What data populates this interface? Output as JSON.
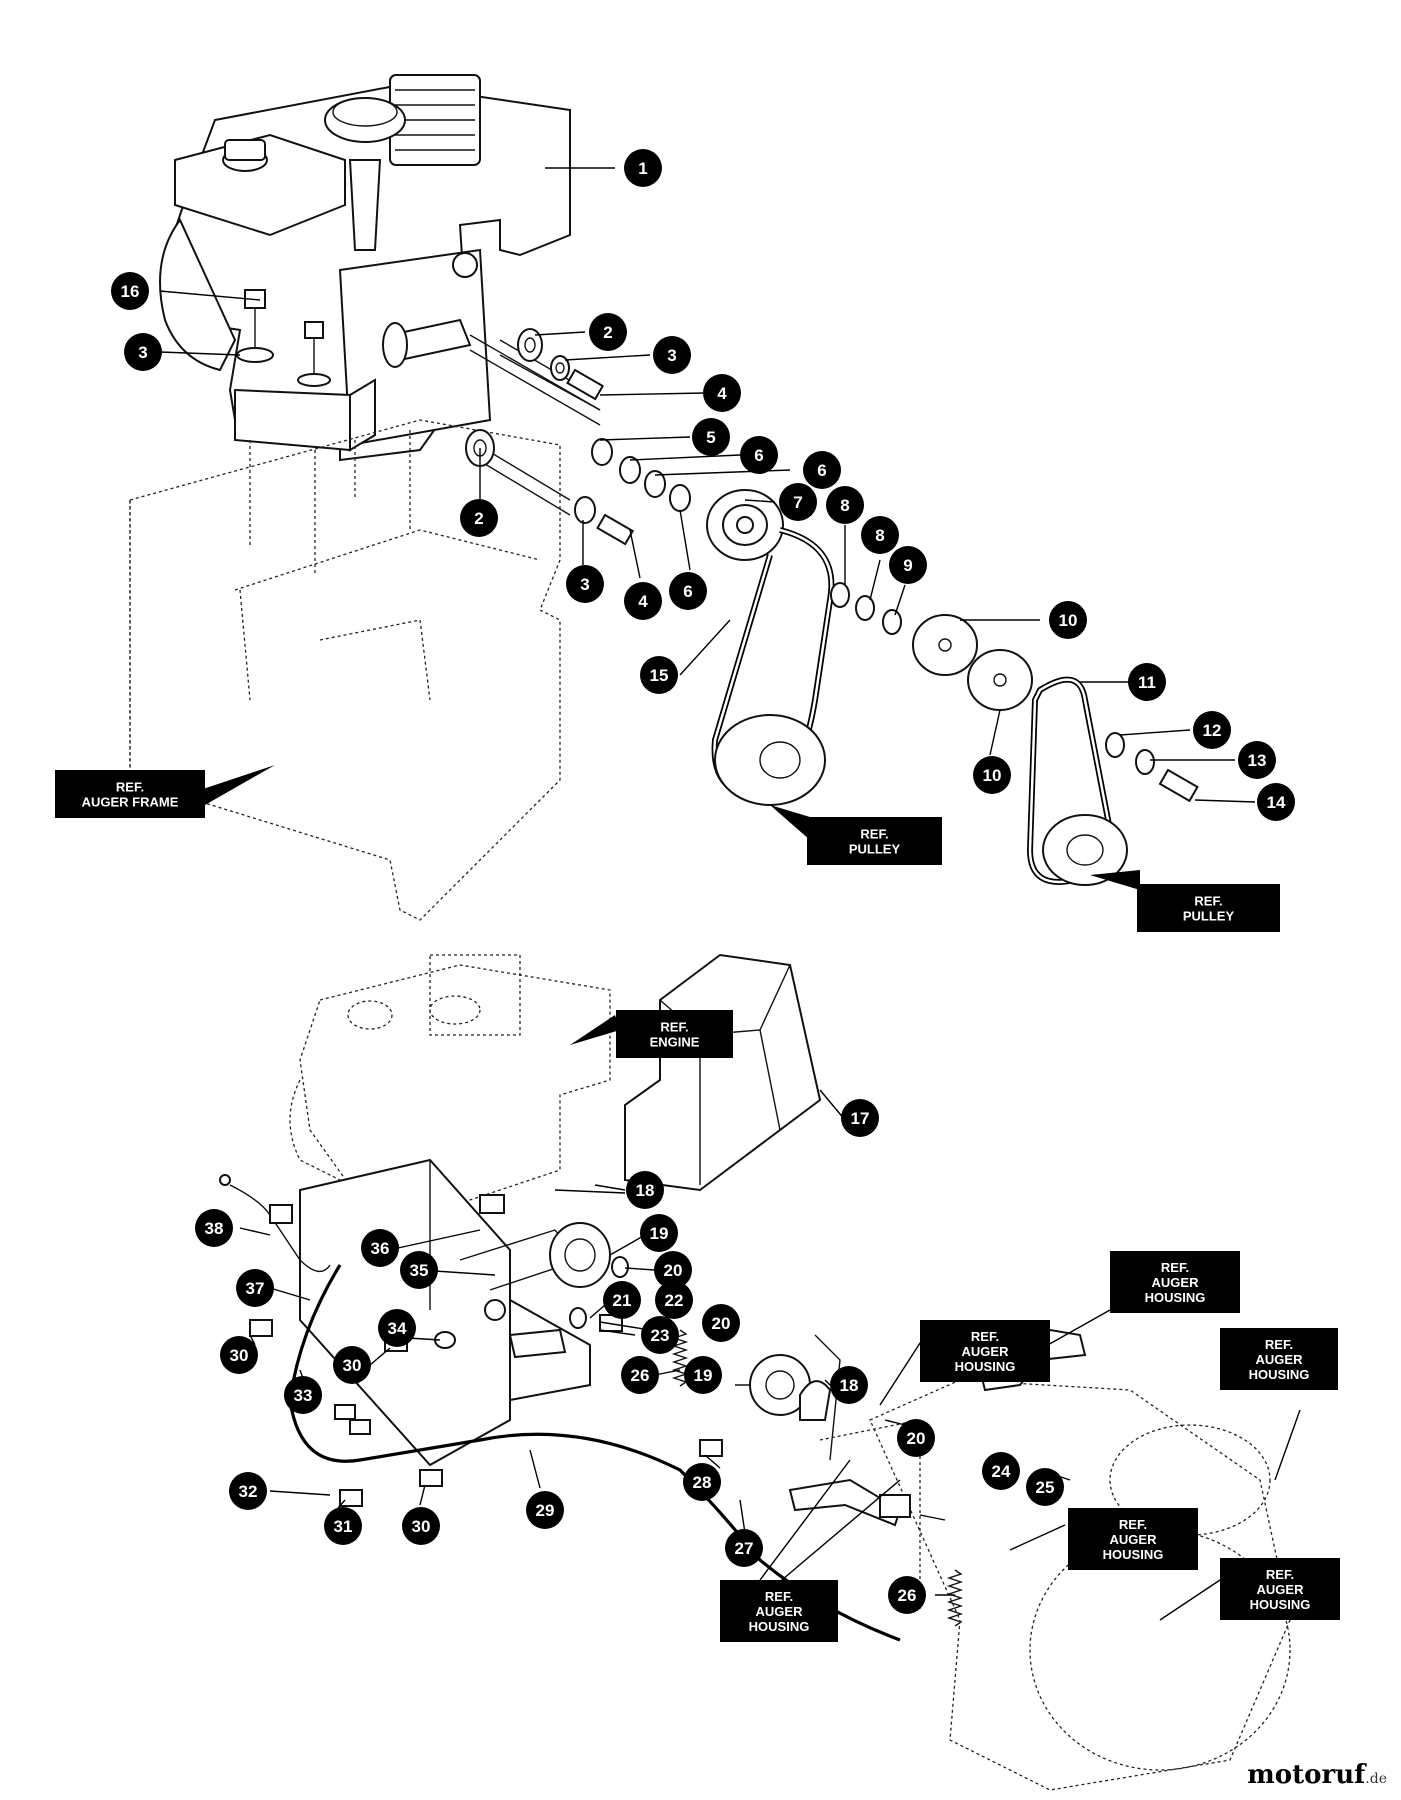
{
  "diagram": {
    "callouts": [
      {
        "id": "c1",
        "label": "1"
      },
      {
        "id": "c2a",
        "label": "2"
      },
      {
        "id": "c3a",
        "label": "3"
      },
      {
        "id": "c4a",
        "label": "4"
      },
      {
        "id": "c5",
        "label": "5"
      },
      {
        "id": "c6a",
        "label": "6"
      },
      {
        "id": "c6b",
        "label": "6"
      },
      {
        "id": "c7",
        "label": "7"
      },
      {
        "id": "c8a",
        "label": "8"
      },
      {
        "id": "c8b",
        "label": "8"
      },
      {
        "id": "c9",
        "label": "9"
      },
      {
        "id": "c10a",
        "label": "10"
      },
      {
        "id": "c11",
        "label": "11"
      },
      {
        "id": "c12",
        "label": "12"
      },
      {
        "id": "c13",
        "label": "13"
      },
      {
        "id": "c14",
        "label": "14"
      },
      {
        "id": "c10b",
        "label": "10"
      },
      {
        "id": "c15",
        "label": "15"
      },
      {
        "id": "c6c",
        "label": "6"
      },
      {
        "id": "c4b",
        "label": "4"
      },
      {
        "id": "c3b",
        "label": "3"
      },
      {
        "id": "c2b",
        "label": "2"
      },
      {
        "id": "c16",
        "label": "16"
      },
      {
        "id": "c3c",
        "label": "3"
      },
      {
        "id": "c17",
        "label": "17"
      },
      {
        "id": "c18a",
        "label": "18"
      },
      {
        "id": "c19a",
        "label": "19"
      },
      {
        "id": "c20a",
        "label": "20"
      },
      {
        "id": "c21",
        "label": "21"
      },
      {
        "id": "c22",
        "label": "22"
      },
      {
        "id": "c23",
        "label": "23"
      },
      {
        "id": "c20b",
        "label": "20"
      },
      {
        "id": "c19b",
        "label": "19"
      },
      {
        "id": "c18b",
        "label": "18"
      },
      {
        "id": "c26a",
        "label": "26"
      },
      {
        "id": "c20c",
        "label": "20"
      },
      {
        "id": "c24",
        "label": "24"
      },
      {
        "id": "c25",
        "label": "25"
      },
      {
        "id": "c38",
        "label": "38"
      },
      {
        "id": "c36",
        "label": "36"
      },
      {
        "id": "c35",
        "label": "35"
      },
      {
        "id": "c37",
        "label": "37"
      },
      {
        "id": "c34",
        "label": "34"
      },
      {
        "id": "c30a",
        "label": "30"
      },
      {
        "id": "c30b",
        "label": "30"
      },
      {
        "id": "c33",
        "label": "33"
      },
      {
        "id": "c32",
        "label": "32"
      },
      {
        "id": "c31",
        "label": "31"
      },
      {
        "id": "c30c",
        "label": "30"
      },
      {
        "id": "c29",
        "label": "29"
      },
      {
        "id": "c28",
        "label": "28"
      },
      {
        "id": "c27",
        "label": "27"
      },
      {
        "id": "c26b",
        "label": "26"
      }
    ],
    "refs": [
      {
        "id": "r1",
        "line1": "REF.",
        "line2": "AUGER FRAME"
      },
      {
        "id": "r2",
        "line1": "REF.",
        "line2": "PULLEY"
      },
      {
        "id": "r3",
        "line1": "REF.",
        "line2": "PULLEY"
      },
      {
        "id": "r4",
        "line1": "REF.",
        "line2": "ENGINE"
      },
      {
        "id": "r5",
        "line1": "REF.",
        "line2": "AUGER",
        "line3": "HOUSING"
      },
      {
        "id": "r6",
        "line1": "REF.",
        "line2": "AUGER",
        "line3": "HOUSING"
      },
      {
        "id": "r7",
        "line1": "REF.",
        "line2": "AUGER",
        "line3": "HOUSING"
      },
      {
        "id": "r8",
        "line1": "REF.",
        "line2": "AUGER",
        "line3": "HOUSING"
      },
      {
        "id": "r9",
        "line1": "REF.",
        "line2": "AUGER",
        "line3": "HOUSING"
      },
      {
        "id": "r10",
        "line1": "REF.",
        "line2": "AUGER",
        "line3": "HOUSING"
      }
    ]
  },
  "watermark": {
    "brand": "motoruf",
    "suffix": ".de"
  }
}
